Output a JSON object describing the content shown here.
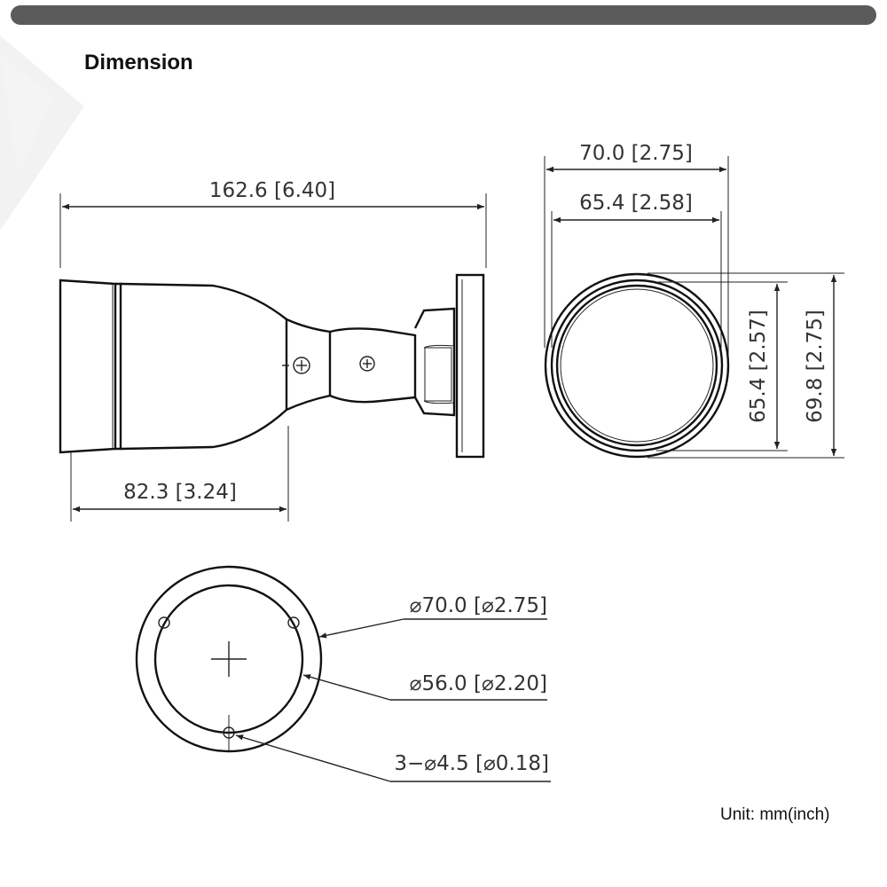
{
  "header": {
    "title": "Dimension",
    "accent": "#5b5b5b"
  },
  "footer": {
    "unit": "Unit: mm(inch)"
  },
  "side_view": {
    "overall_length": "162.6 [6.40]",
    "body_length": "82.3 [3.24]"
  },
  "front_view": {
    "outer_width": "70.0 [2.75]",
    "inner_width": "65.4 [2.58]",
    "inner_height": "65.4 [2.57]",
    "outer_height": "69.8 [2.75]"
  },
  "base_view": {
    "base_diameter": "⌀70.0 [⌀2.75]",
    "hole_circle_diameter": "⌀56.0 [⌀2.20]",
    "mounting_holes": "3−⌀4.5 [⌀0.18]"
  }
}
